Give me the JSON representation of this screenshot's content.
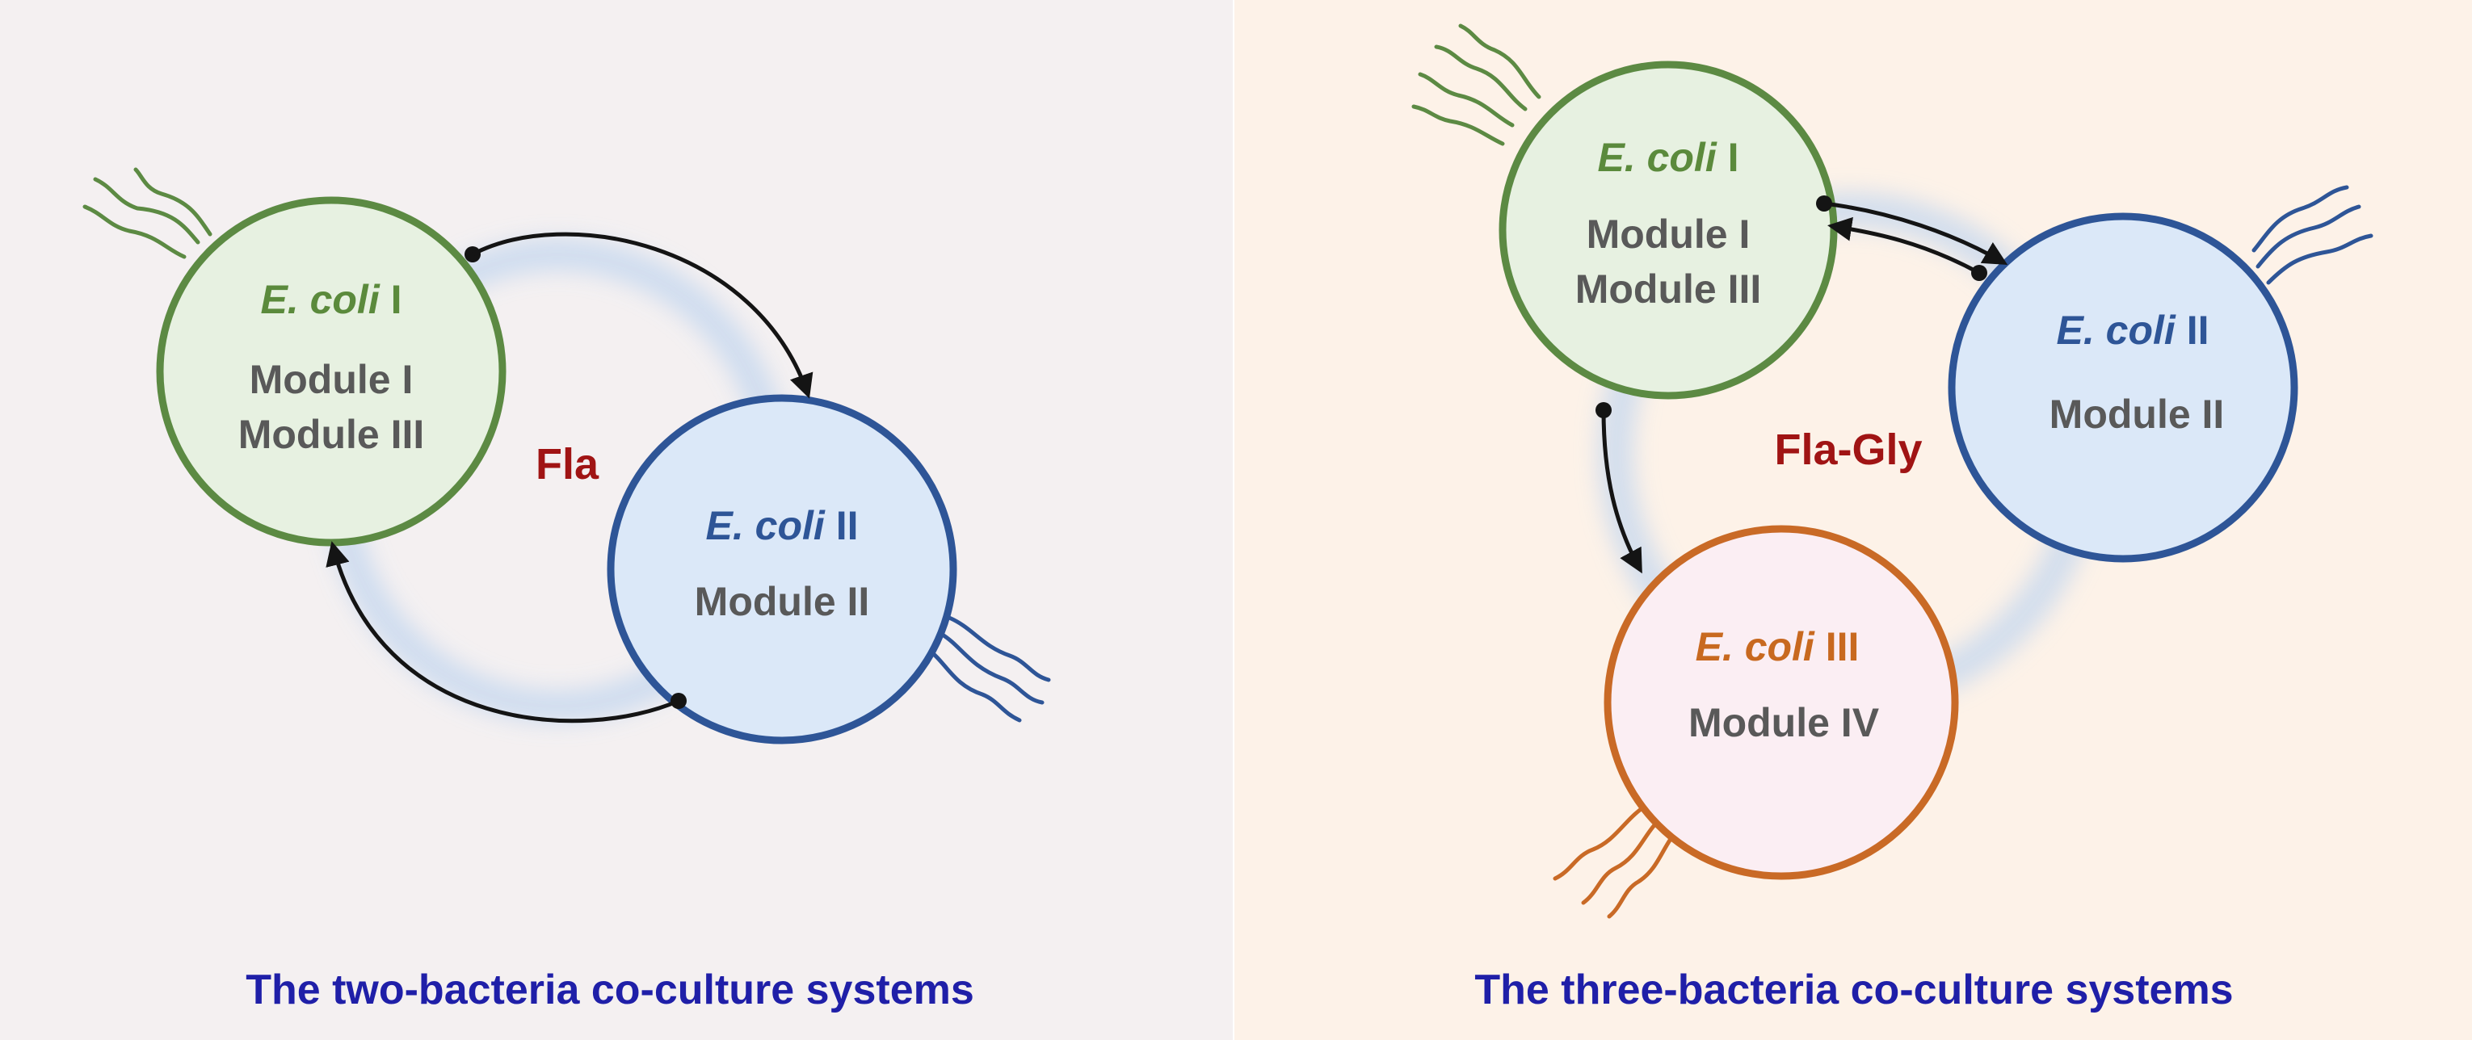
{
  "colors": {
    "left_bg": "#f4f0f1",
    "right_bg": "#fdf2e8",
    "green_stroke": "#5c8a43",
    "green_fill": "#e7f1e1",
    "green_text": "#5b8a3c",
    "blue_stroke": "#2e5597",
    "blue_fill": "#dbe8f8",
    "blue_text": "#2e5597",
    "orange_stroke": "#c96a26",
    "orange_fill": "#fbeef3",
    "orange_text": "#c8691f",
    "module_text": "#595959",
    "product_text": "#a01414",
    "caption_text": "#1f1fa8",
    "arrow": "#141414",
    "glow": "#c8d9ef"
  },
  "panels": {
    "left": {
      "caption": "The two-bacteria co-culture systems",
      "product": "Fla",
      "cells": [
        {
          "strain": "E. coli",
          "numeral": "I",
          "modules": [
            "Module I",
            "Module III"
          ]
        },
        {
          "strain": "E. coli",
          "numeral": "II",
          "modules": [
            "Module II"
          ]
        }
      ]
    },
    "right": {
      "caption": "The three-bacteria co-culture systems",
      "product": "Fla-Gly",
      "cells": [
        {
          "strain": "E. coli",
          "numeral": "I",
          "modules": [
            "Module I",
            "Module III"
          ]
        },
        {
          "strain": "E. coli",
          "numeral": "II",
          "modules": [
            "Module II"
          ]
        },
        {
          "strain": "E. coli",
          "numeral": "III",
          "modules": [
            "Module IV"
          ]
        }
      ]
    }
  }
}
